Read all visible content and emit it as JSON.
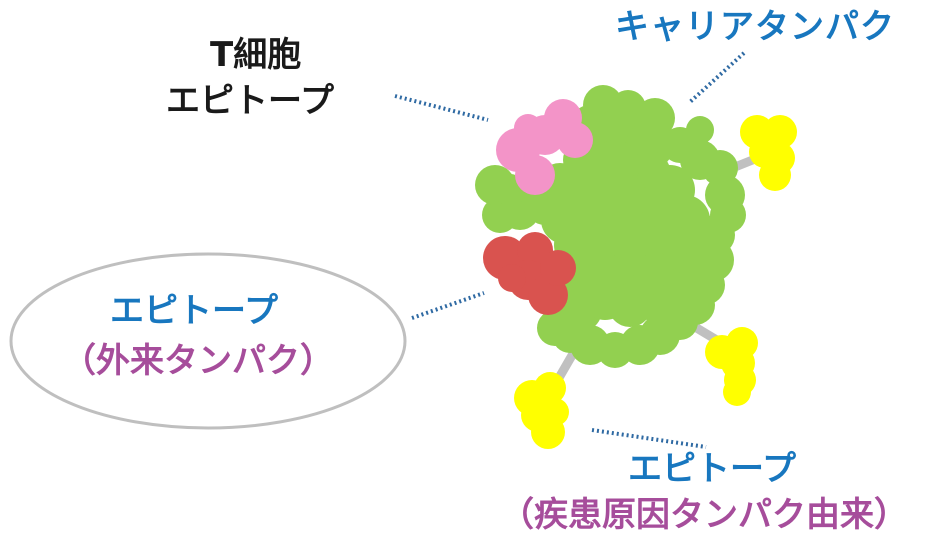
{
  "colors": {
    "blue": "#1877bf",
    "purple": "#a64d9b",
    "black": "#1a1a1a",
    "green": "#92d050",
    "pink": "#f394c8",
    "red": "#d9534f",
    "yellow": "#ffff00",
    "gray": "#bdbdbd"
  },
  "labels": {
    "carrier_protein": "キャリアタンパク",
    "tcell_line1": "T細胞",
    "tcell_line2": "エピトープ",
    "foreign_line1": "エピトープ",
    "foreign_line2": "（外来タンパク）",
    "disease_line1": "エピトープ",
    "disease_line2": "（疾患原因タンパク由来）"
  }
}
